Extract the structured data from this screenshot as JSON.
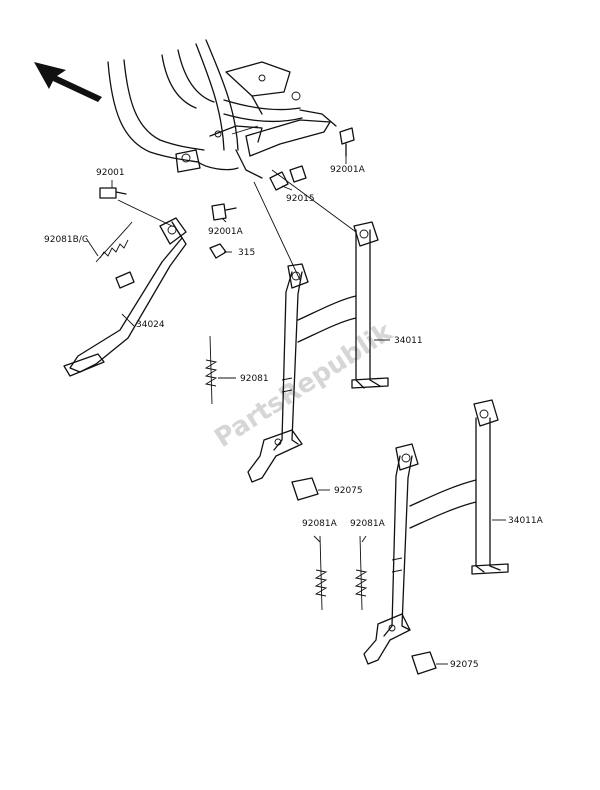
{
  "watermark": "PartsRepublik",
  "labels": {
    "p92001": "92001",
    "p92081bc": "92081B/C",
    "p34024": "34024",
    "p92001a_top": "92001A",
    "p92015": "92015",
    "p92001a_mid": "92001A",
    "p315": "315",
    "p34011": "34011",
    "p92081": "92081",
    "p92075_a": "92075",
    "p92081a_1": "92081A",
    "p92081a_2": "92081A",
    "p34011a": "34011A",
    "p92075_b": "92075"
  }
}
